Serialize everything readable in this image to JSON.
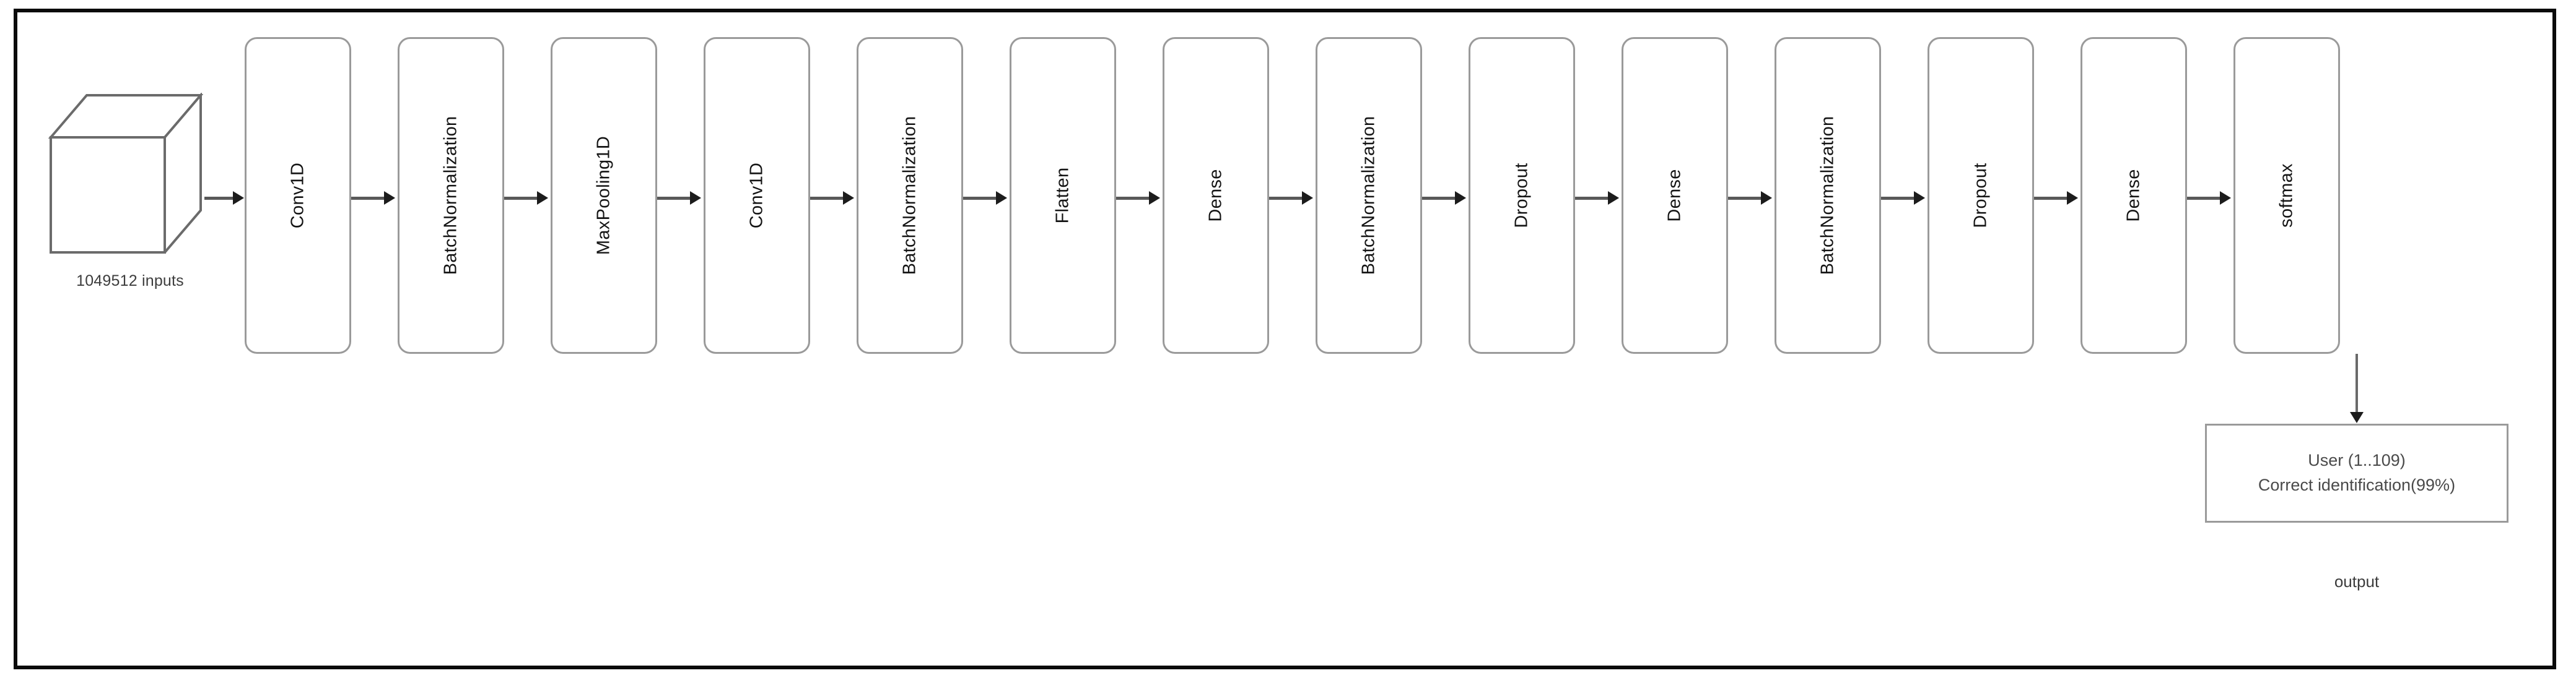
{
  "diagram": {
    "title": "CNN architecture pipeline",
    "input": {
      "icon": "cube-icon",
      "label": "1049512 inputs"
    },
    "layers": [
      {
        "label": "Conv1D"
      },
      {
        "label": "BatchNormalization"
      },
      {
        "label": "MaxPooling1D"
      },
      {
        "label": "Conv1D"
      },
      {
        "label": "BatchNormalization"
      },
      {
        "label": "Flatten"
      },
      {
        "label": "Dense"
      },
      {
        "label": "BatchNormalization"
      },
      {
        "label": "Dropout"
      },
      {
        "label": "Dense"
      },
      {
        "label": "BatchNormalization"
      },
      {
        "label": "Dropout"
      },
      {
        "label": "Dense"
      },
      {
        "label": "softmax"
      }
    ],
    "output": {
      "line1": "User (1..109)",
      "line2": "Correct identification(99%)",
      "caption": "output"
    },
    "colors": {
      "frame": "#0b0b0b",
      "box_border": "#9a9a9a",
      "arrow": "#595959",
      "arrow_head": "#1c1c1c",
      "text": "#141414",
      "muted_text": "#4a4a4a",
      "background": "#ffffff"
    }
  }
}
